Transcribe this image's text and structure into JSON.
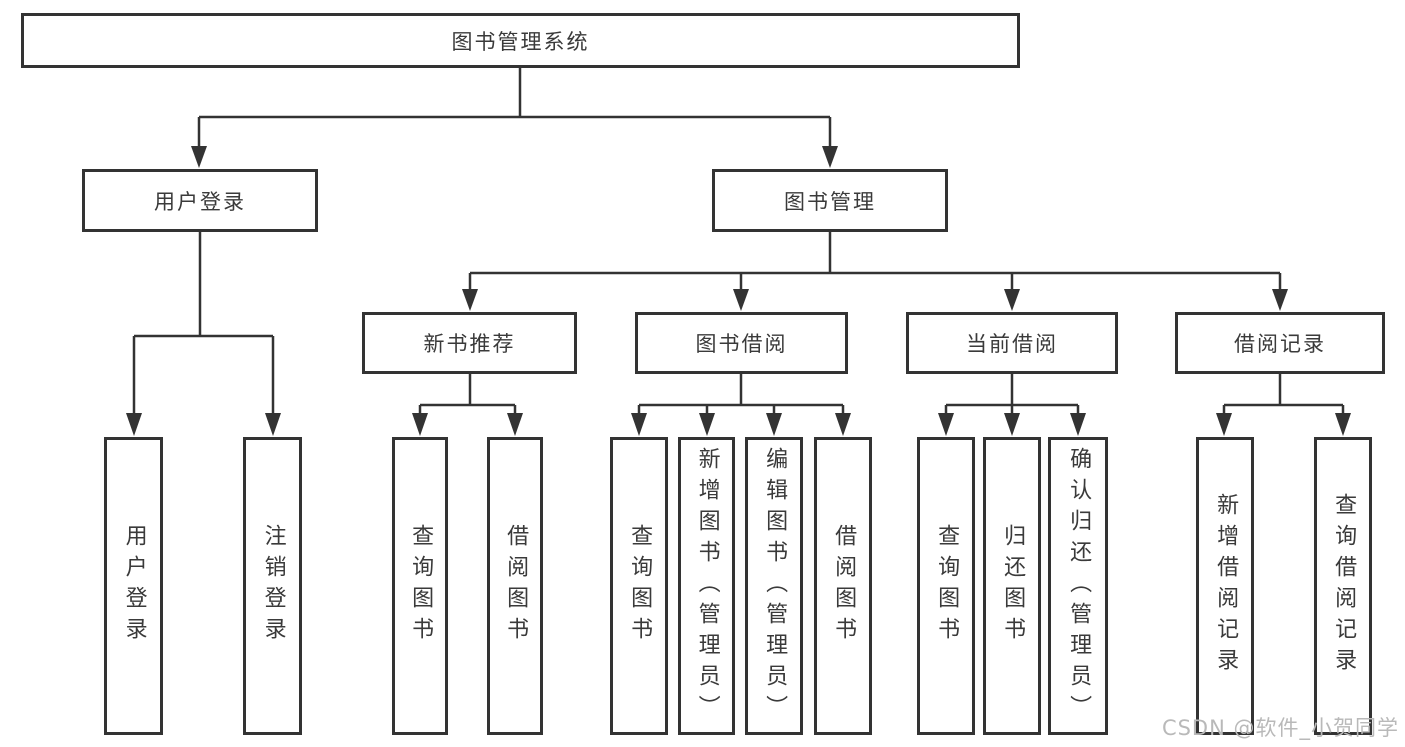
{
  "diagram": {
    "root": {
      "label": "图书管理系统"
    },
    "user_login": {
      "label": "用户登录",
      "children": [
        {
          "label": "用户登录"
        },
        {
          "label": "注销登录"
        }
      ]
    },
    "book_mgmt": {
      "label": "图书管理",
      "children": [
        {
          "label": "新书推荐",
          "children": [
            {
              "label": "查询图书"
            },
            {
              "label": "借阅图书"
            }
          ]
        },
        {
          "label": "图书借阅",
          "children": [
            {
              "label": "查询图书"
            },
            {
              "label": "新增图书（管理员）"
            },
            {
              "label": "编辑图书（管理员）"
            },
            {
              "label": "借阅图书"
            }
          ]
        },
        {
          "label": "当前借阅",
          "children": [
            {
              "label": "查询图书"
            },
            {
              "label": "归还图书"
            },
            {
              "label": "确认归还（管理员）"
            }
          ]
        },
        {
          "label": "借阅记录",
          "children": [
            {
              "label": "新增借阅记录"
            },
            {
              "label": "查询借阅记录"
            }
          ]
        }
      ]
    }
  },
  "watermark": {
    "text": "CSDN @软件_小贺同学"
  },
  "colors": {
    "line": "#333333",
    "text": "#3a3a3a",
    "background": "#ffffff",
    "watermark": "#b9b9b9"
  }
}
